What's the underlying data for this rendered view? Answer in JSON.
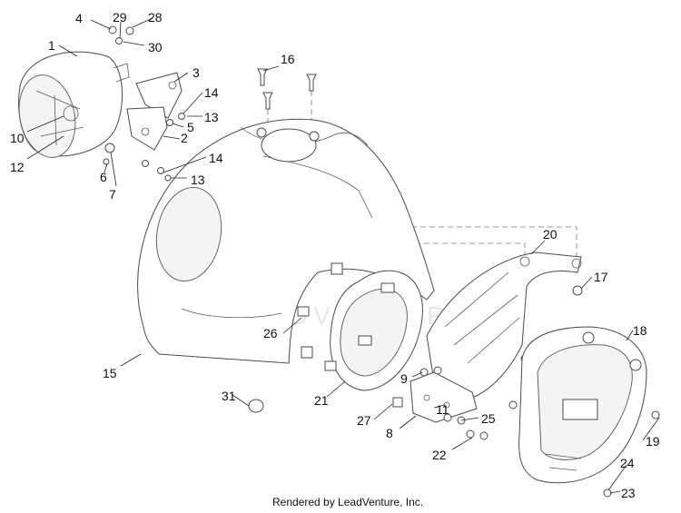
{
  "diagram": {
    "callouts": [
      "1",
      "2",
      "3",
      "4",
      "5",
      "6",
      "7",
      "8",
      "9",
      "10",
      "11",
      "12",
      "13",
      "13",
      "14",
      "14",
      "15",
      "16",
      "17",
      "18",
      "19",
      "20",
      "21",
      "22",
      "23",
      "24",
      "25",
      "26",
      "27",
      "28",
      "29",
      "30",
      "31"
    ],
    "watermark": "LEADVENTURE",
    "footer": "Rendered by LeadVenture, Inc."
  }
}
